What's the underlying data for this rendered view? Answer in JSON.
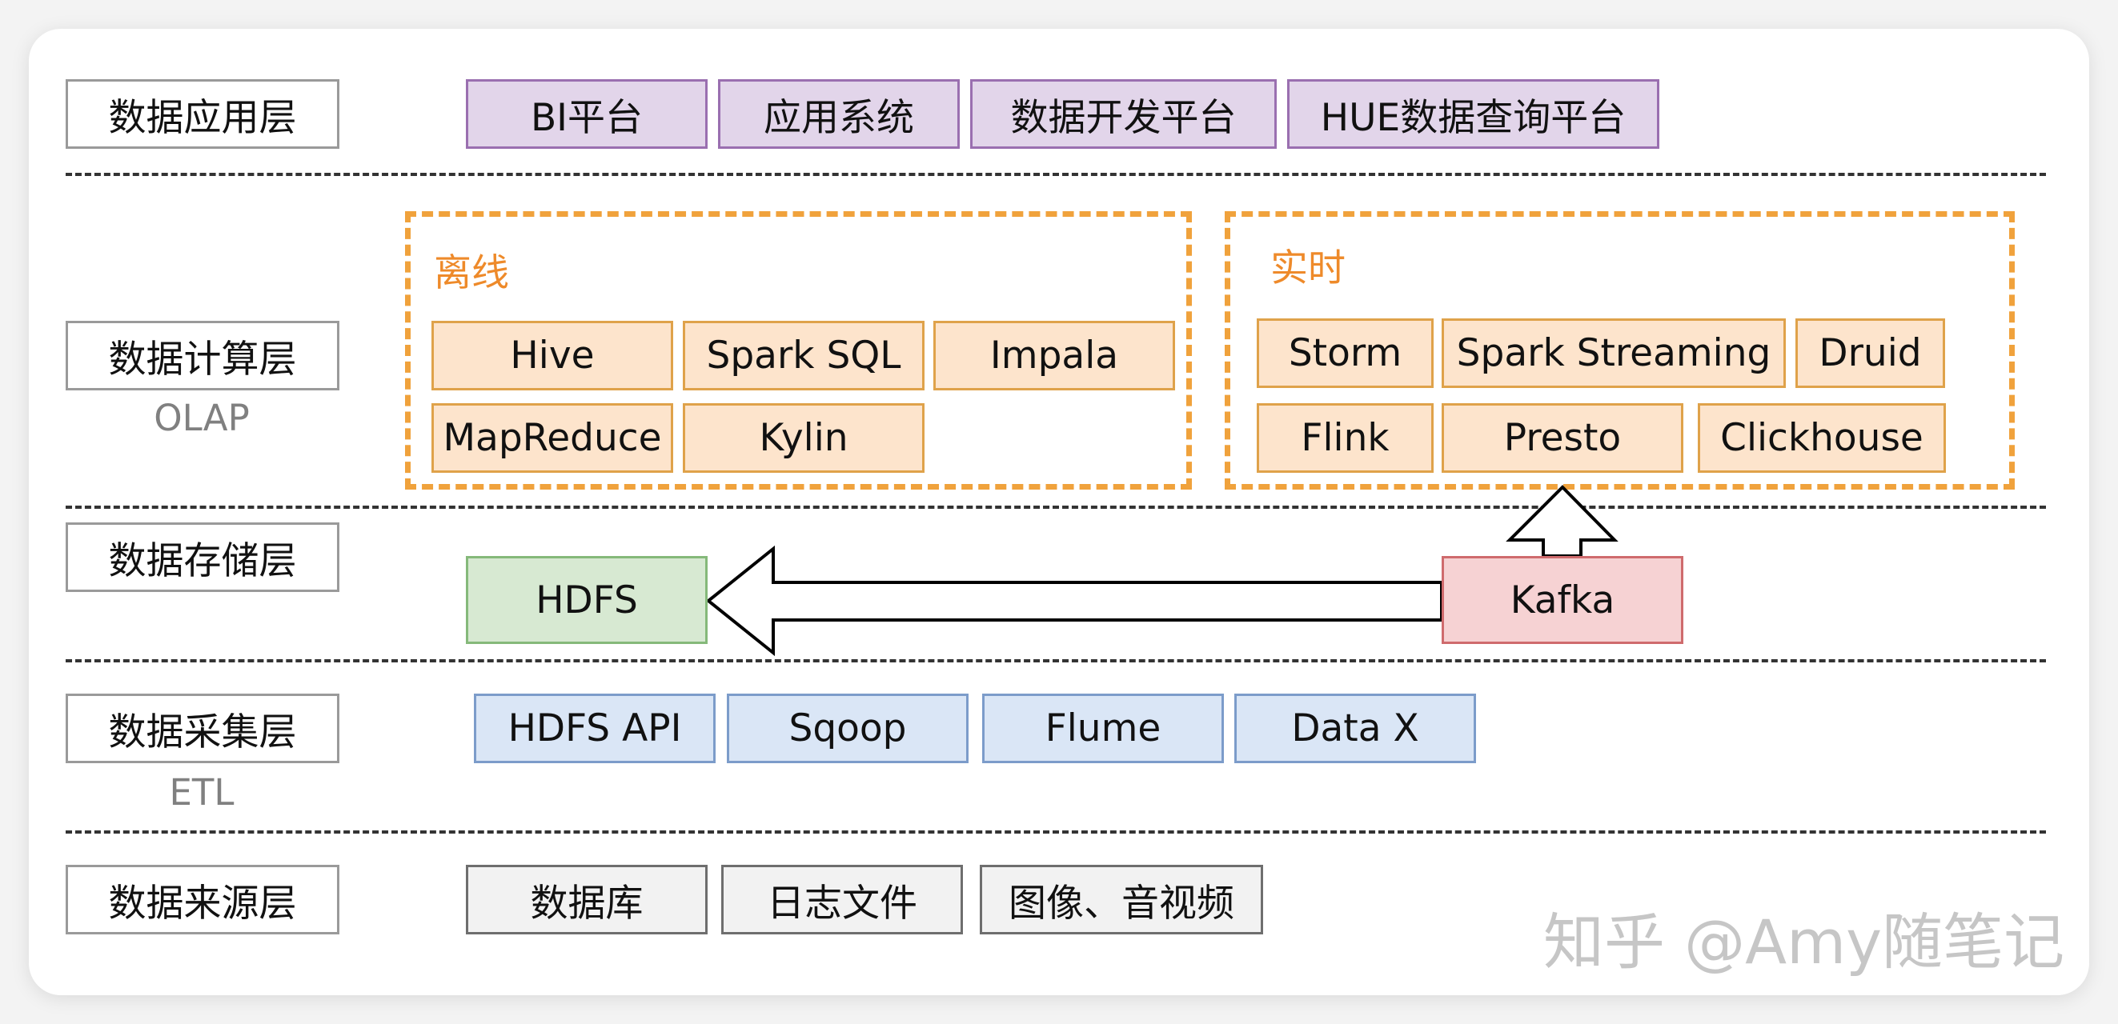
{
  "layers": {
    "application": {
      "label": "数据应用层"
    },
    "compute": {
      "label": "数据计算层",
      "sublabel": "OLAP"
    },
    "storage": {
      "label": "数据存储层"
    },
    "collection": {
      "label": "数据采集层",
      "sublabel": "ETL"
    },
    "source": {
      "label": "数据来源层"
    }
  },
  "application_items": [
    "BI平台",
    "应用系统",
    "数据开发平台",
    "HUE数据查询平台"
  ],
  "offline": {
    "title": "离线",
    "items": [
      "Hive",
      "Spark SQL",
      "Impala",
      "MapReduce",
      "Kylin"
    ]
  },
  "realtime": {
    "title": "实时",
    "items": [
      "Storm",
      "Spark Streaming",
      "Druid",
      "Flink",
      "Presto",
      "Clickhouse"
    ]
  },
  "storage_items": {
    "hdfs": "HDFS",
    "kafka": "Kafka"
  },
  "collection_items": [
    "HDFS API",
    "Sqoop",
    "Flume",
    "Data X"
  ],
  "source_items": [
    "数据库",
    "日志文件",
    "图像、音视频"
  ],
  "watermark": "知乎 @Amy随笔记",
  "colors": {
    "application": "#e2d5ea",
    "compute": "#fde4cc",
    "group_border": "#f0a23c",
    "hdfs": "#d7e9d2",
    "kafka": "#f6d2d3",
    "collection": "#dae6f6",
    "source": "#f2f2f2"
  }
}
